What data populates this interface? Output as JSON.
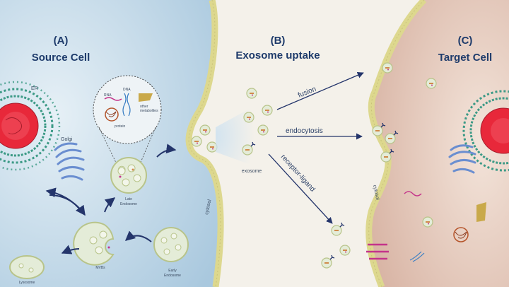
{
  "panels": {
    "a_letter": "(A)",
    "a_title": "Source Cell",
    "b_letter": "(B)",
    "b_title": "Exosome uptake",
    "c_letter": "(C)",
    "c_title": "Target Cell"
  },
  "labels": {
    "er": "ER",
    "golgi": "Golgi",
    "late_endosome_1": "Late",
    "late_endosome_2": "Endosome",
    "early_endosome_1": "Early",
    "early_endosome_2": "Endosome",
    "mvbs": "MVBs",
    "lysosome": "Lysosome",
    "cytosol_left": "cytosol",
    "cytosol_right": "cytosol",
    "exosome": "exosome"
  },
  "inset": {
    "rna": "RNA",
    "dna": "DNA",
    "protein": "protein",
    "other_1": "other",
    "other_2": "metabolites"
  },
  "pathways": {
    "fusion": "fusion",
    "endocytosis": "endocytosis",
    "receptor_ligand": "receptor-ligand"
  },
  "colors": {
    "source_cell": "#c9deec",
    "target_cell": "#ecd3c6",
    "membrane": "#ddd88e",
    "nucleus": "#e8283a",
    "er": "#3c9a86",
    "golgi": "#6a8ed0",
    "vesicle_fill": "#e4ecd8",
    "arrow": "#24356b",
    "receptor": "#c4348a"
  }
}
